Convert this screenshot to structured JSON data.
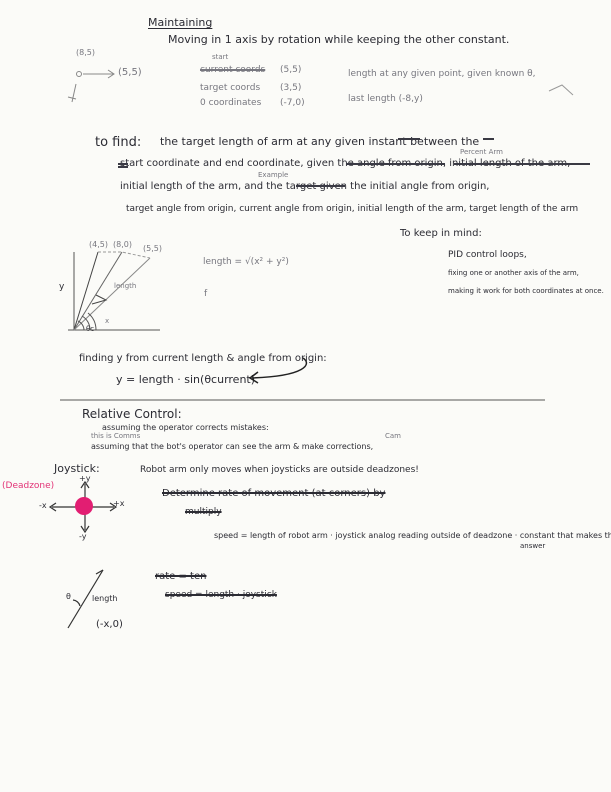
{
  "header": {
    "title": "Maintaining",
    "subtitle": "Moving in 1 axis by rotation while keeping the other constant."
  },
  "top_diagram": {
    "point_label": "(8,5)",
    "arrow_label": "(5,5)"
  },
  "coords": {
    "start_label": "start",
    "current_label": "current coords",
    "current_value": "(5,5)",
    "target_label": "target coords",
    "target_value": "(3,5)",
    "zero_label": "0 coordinates",
    "zero_value": "(-7,0)",
    "length_note": "length at any given point, given known θ,",
    "last_length": "last length (-8,y)"
  },
  "to_find": {
    "lead": "to find:",
    "line1": "the target length of arm at any given instant between the",
    "line2": "start coordinate and end coordinate, given the angle from origin, initial length of the arm,",
    "line2_insert": "Percent Arm",
    "line3_insert": "Example",
    "line3": "initial length of the arm, and the target given the initial angle from origin,",
    "line4": "target angle from origin, current angle from origin, initial length of the arm, target length of the arm"
  },
  "side_diagram": {
    "pt1": "(4,5)",
    "pt2": "(8,0)",
    "pt3": "(5,5)",
    "var_y": "y",
    "var_x": "x",
    "label_length": "length",
    "theta": "θc",
    "formula": "length = √(x² + y²)",
    "mark": "f"
  },
  "keep_in_mind": {
    "title": "To keep in mind:",
    "item1": "PID control loops,",
    "item2": "fixing one or another axis of the arm,",
    "item3": "making it work for both coordinates at once."
  },
  "finding": {
    "line1": "finding y from current length & angle from origin:",
    "line2": "y = length · sin(θcurrent)"
  },
  "relative": {
    "heading": "Relative Control:",
    "note1": "assuming the operator corrects mistakes:",
    "insert": "this is Comms",
    "note2": "assuming that the bot's operator can see the arm & make corrections,",
    "note2_insert": "Cam"
  },
  "joystick": {
    "label": "Joystick:",
    "deadzone": "(Deadzone)",
    "plus_y": "+y",
    "minus_y": "-y",
    "plus_x": "+x",
    "minus_x": "-x",
    "robot_note": "Robot arm only moves when joysticks are outside deadzones!",
    "determine": "Determine rate of movement (at corners) by",
    "multiply": "multiply",
    "speed_formula": "speed = length of robot arm · joystick analog reading outside of deadzone · constant that makes the",
    "speed_tail": "answer"
  },
  "bottom_diagram": {
    "length_label": "length",
    "coord": "(-x,0)",
    "theta": "θ",
    "rate": "rate = ten",
    "speed": "speed = length · joystick"
  },
  "colors": {
    "ink": "#2b2b33",
    "pencil": "#7c7c84",
    "deadzone": "#e23276"
  }
}
